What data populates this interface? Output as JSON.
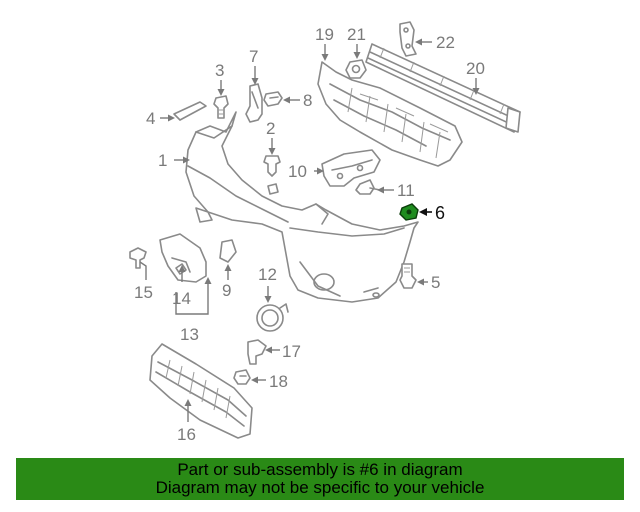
{
  "callouts": [
    {
      "id": "1",
      "label": "1"
    },
    {
      "id": "2",
      "label": "2"
    },
    {
      "id": "3",
      "label": "3"
    },
    {
      "id": "4",
      "label": "4"
    },
    {
      "id": "5",
      "label": "5"
    },
    {
      "id": "6",
      "label": "6",
      "highlighted": true
    },
    {
      "id": "7",
      "label": "7"
    },
    {
      "id": "8",
      "label": "8"
    },
    {
      "id": "9",
      "label": "9"
    },
    {
      "id": "10",
      "label": "10"
    },
    {
      "id": "11",
      "label": "11"
    },
    {
      "id": "12",
      "label": "12"
    },
    {
      "id": "13",
      "label": "13"
    },
    {
      "id": "14",
      "label": "14"
    },
    {
      "id": "15",
      "label": "15"
    },
    {
      "id": "16",
      "label": "16"
    },
    {
      "id": "17",
      "label": "17"
    },
    {
      "id": "18",
      "label": "18"
    },
    {
      "id": "19",
      "label": "19"
    },
    {
      "id": "20",
      "label": "20"
    },
    {
      "id": "21",
      "label": "21"
    },
    {
      "id": "22",
      "label": "22"
    }
  ],
  "highlight_color": "#1f8c1f",
  "banner": {
    "background": "#2a8a16",
    "line1": "Part or sub-assembly is #6 in diagram",
    "line2": "Diagram may not be specific to your vehicle"
  }
}
